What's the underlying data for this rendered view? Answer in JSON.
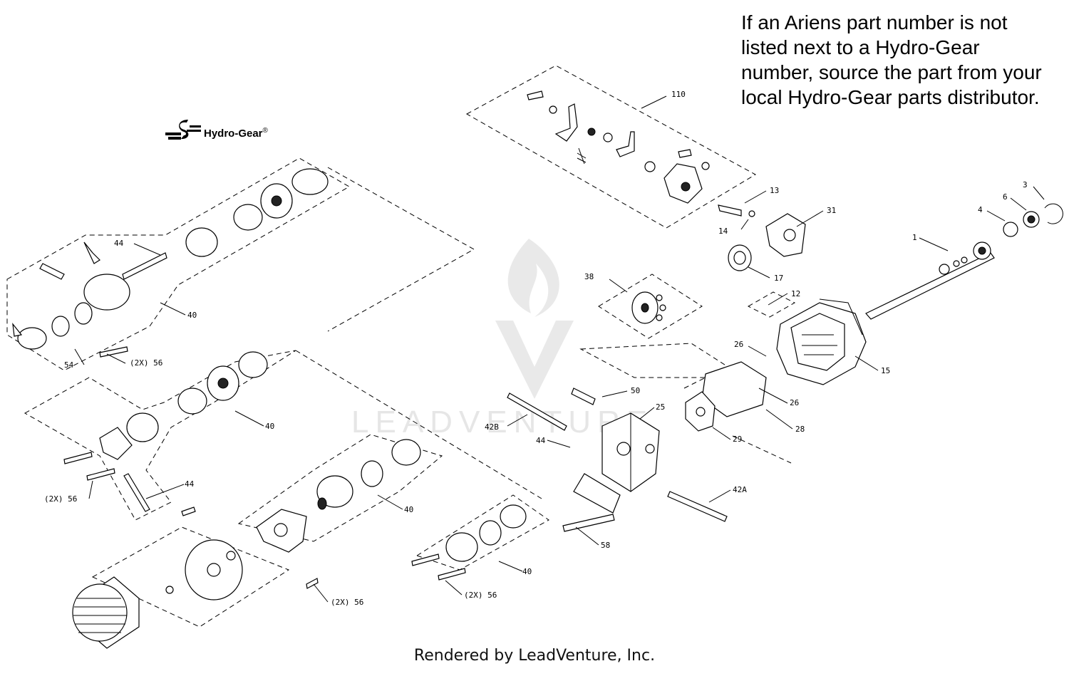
{
  "note": {
    "lines": [
      "If an Ariens part number is not",
      "listed next to a Hydro-Gear",
      "number, source the part from your",
      "local Hydro-Gear parts distributor."
    ]
  },
  "brand": {
    "name": "Hydro-Gear",
    "mark": "®"
  },
  "footer": {
    "text": "Rendered by LeadVenture, Inc."
  },
  "watermark": {
    "text": "LEADVENTURE"
  },
  "callouts": [
    "110",
    "13",
    "14",
    "31",
    "3",
    "6",
    "4",
    "1",
    "17",
    "38",
    "12",
    "26",
    "15",
    "26",
    "28",
    "29",
    "25",
    "50",
    "42B",
    "44",
    "42A",
    "58",
    "44",
    "40",
    "54",
    "(2X) 56",
    "40",
    "44",
    "(2X) 56",
    "40",
    "(2X) 56",
    "40",
    "(2X) 56"
  ]
}
